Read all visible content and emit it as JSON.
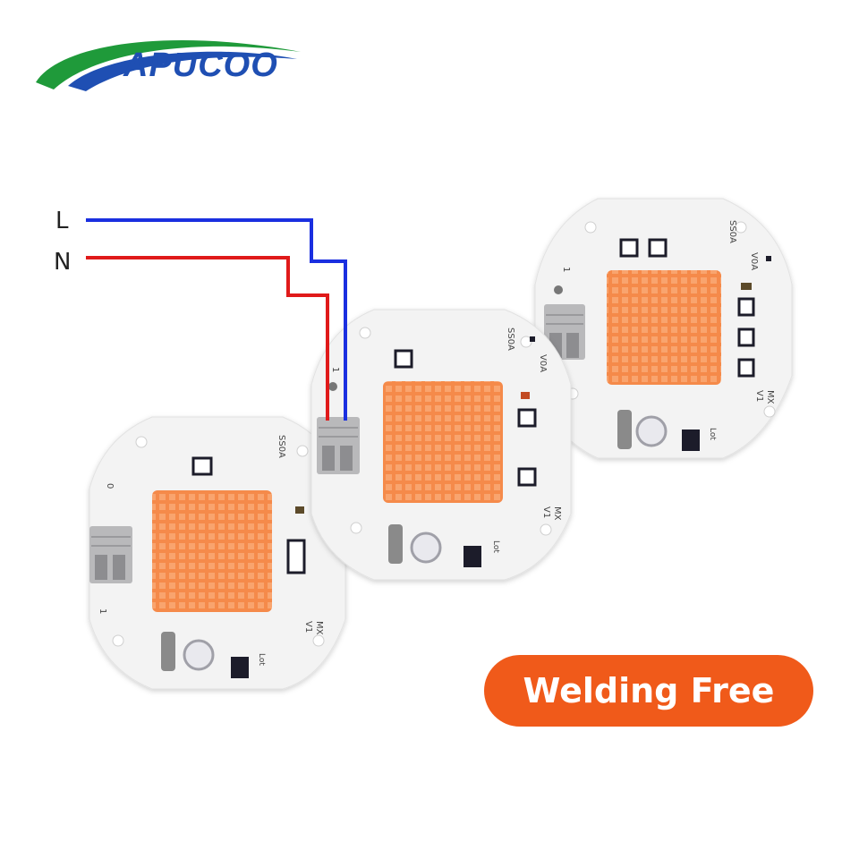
{
  "brand": {
    "name": "APUCOO",
    "text_color": "#1f4fb3",
    "swoosh_green": "#1f9a3a",
    "swoosh_blue": "#1f4fb3",
    "icon": "swoosh-logo-icon"
  },
  "wiring": {
    "live_label": "L",
    "neutral_label": "N",
    "live_color": "#1a2fe0",
    "neutral_color": "#e01a1a"
  },
  "modules": [
    {
      "name": "left-led-module",
      "pcb_marks": [
        "SS0A",
        "MX",
        "V1",
        "1",
        "0",
        "Lot"
      ]
    },
    {
      "name": "center-led-module",
      "pcb_marks": [
        "SS0A",
        "V0A",
        "MX",
        "V1",
        "1",
        "Lot"
      ]
    },
    {
      "name": "right-led-module",
      "pcb_marks": [
        "SS0A",
        "V0A",
        "MX",
        "V1",
        "1",
        "Lot"
      ]
    }
  ],
  "colors": {
    "pcb": "#f4f4f4",
    "led_grid": "#f58a4a",
    "led_cell": "#f9a46e",
    "connector": "#b9b9bb",
    "component_dark": "#1c1c2a",
    "component_blue": "#3a4a9a"
  },
  "badge": {
    "label": "Welding Free",
    "background": "#f05a1a",
    "icon": "none"
  }
}
